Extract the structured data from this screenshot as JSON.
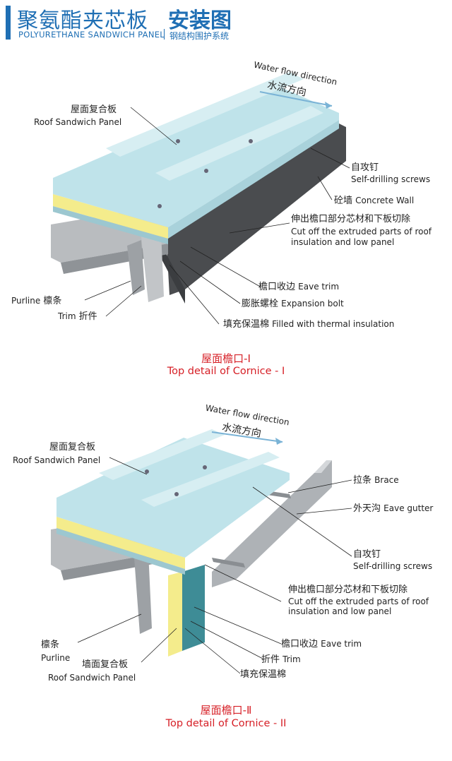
{
  "header": {
    "title_cn": "聚氨酯夹芯板",
    "title_strong": "安装图",
    "subtitle_en": "POLYURETHANE SANDWICH PANEL",
    "subtitle_cn": "钢结构围护系统",
    "accent_color": "#1f6fb4"
  },
  "diagram1": {
    "water_flow_en": "Water flow direction",
    "water_flow_cn": "水流方向",
    "roof_panel_cn": "屋面复合板",
    "roof_panel_en": "Roof Sandwich Panel",
    "screws_cn": "自攻钉",
    "screws_en": "Self-drilling screws",
    "wall_cn": "砼墙",
    "wall_en": "Concrete Wall",
    "cutoff_cn": "伸出檐口部分芯材和下板切除",
    "cutoff_en_1": "Cut off the extruded parts of roof",
    "cutoff_en_2": "insulation and low panel",
    "purline_en": "Purline",
    "purline_cn": "檩条",
    "trim_en": "Trim",
    "trim_cn": "折件",
    "eave_trim_cn": "檐口收边",
    "eave_trim_en": "Eave trim",
    "bolt_cn": "膨胀螺栓",
    "bolt_en": "Expansion bolt",
    "insul_cn": "填充保温棉",
    "insul_en": "Filled with thermal insulation",
    "caption_cn": "屋面檐口-Ⅰ",
    "caption_en": "Top detail of Cornice - I"
  },
  "diagram2": {
    "water_flow_en": "Water flow direction",
    "water_flow_cn": "水流方向",
    "roof_panel_cn": "屋面复合板",
    "roof_panel_en": "Roof Sandwich Panel",
    "brace_cn": "拉条",
    "brace_en": "Brace",
    "gutter_cn": "外天沟",
    "gutter_en": "Eave gutter",
    "screws_cn": "自攻钉",
    "screws_en": "Self-drilling screws",
    "cutoff_cn": "伸出檐口部分芯材和下板切除",
    "cutoff_en_1": "Cut off the extruded parts of roof",
    "cutoff_en_2": "insulation and low panel",
    "purline_cn": "檩条",
    "purline_en": "Purline",
    "eave_trim_cn": "檐口收边",
    "eave_trim_en": "Eave trim",
    "wall_panel_cn": "墙面复合板",
    "wall_panel_en": "Roof Sandwich Panel",
    "trim_cn": "折件",
    "trim_en": "Trim",
    "insul_cn": "填充保温棉",
    "caption_cn": "屋面檐口-Ⅱ",
    "caption_en": "Top detail of Cornice - II"
  },
  "colors": {
    "panel_blue": "#bfe3ea",
    "insulation_yellow": "#f4ec8c",
    "steel_grey": "#9da1a5",
    "concrete_dark": "#4a4c4f",
    "caption_red": "#d61f26"
  }
}
